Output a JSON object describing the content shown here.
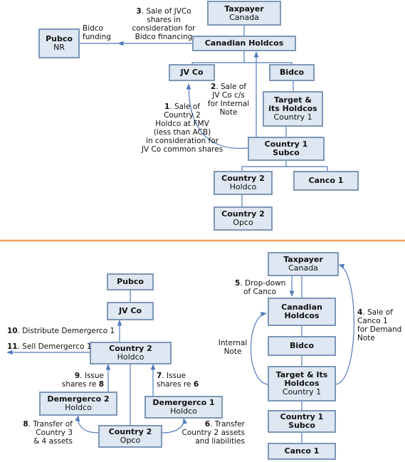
{
  "top": {
    "taxpayer": {
      "title": "Taxpayer",
      "sub": "Canada"
    },
    "canadian_holdcos": {
      "title": "Canadian Holdcos"
    },
    "pubco": {
      "title": "Pubco",
      "sub": "NR"
    },
    "jvco": {
      "title": "JV Co"
    },
    "bidco": {
      "title": "Bidco"
    },
    "target": {
      "title1": "Target &",
      "title2": "its Holdcos",
      "sub": "Country 1"
    },
    "country1_subco": {
      "title1": "Country 1",
      "title2": "Subco"
    },
    "country2_holdco": {
      "title": "Country 2",
      "sub": "Holdco"
    },
    "canco1": {
      "title": "Canco 1"
    },
    "country2_opco": {
      "title": "Country 2",
      "sub": "Opco"
    },
    "bidco_funding": [
      "Bidco",
      "funding"
    ],
    "step3": {
      "num": "3",
      "lines": [
        ". Sale of JVCo",
        "shares in",
        "consideration for",
        "Bidco financing"
      ]
    },
    "step2": {
      "num": "2",
      "lines": [
        ". Sale of",
        "JV Co c/s",
        "for Internal",
        "Note"
      ]
    },
    "step1": {
      "num": "1",
      "lines": [
        ". Sale of",
        "Country 2",
        "Holdco at FMV",
        "(less than ACB)",
        "in consideration for",
        "JV Co common shares"
      ]
    }
  },
  "bottom": {
    "pubco": {
      "title": "Pubco"
    },
    "jvco": {
      "title": "JV Co"
    },
    "country2_holdco": {
      "title": "Country 2",
      "sub": "Holdco"
    },
    "demergerco2": {
      "title": "Demergerco 2",
      "sub": "Holdco"
    },
    "demergerco1": {
      "title": "Demergerco 1",
      "sub": "Holdco"
    },
    "country2_opco": {
      "title": "Country 2",
      "sub": "Opco"
    },
    "taxpayer": {
      "title": "Taxpayer",
      "sub": "Canada"
    },
    "canadian_holdcos": {
      "title1": "Canadian",
      "title2": "Holdcos"
    },
    "bidco": {
      "title": "Bidco"
    },
    "target": {
      "title1": "Target & Its",
      "title2": "Holdcos",
      "sub": "Country 1"
    },
    "country1_subco": {
      "title1": "Country 1",
      "title2": "Subco"
    },
    "canco1": {
      "title": "Canco 1"
    },
    "step10": {
      "num": "10",
      "text": ". Distribute Demergerco 1"
    },
    "step11": {
      "num": "11",
      "text": ". Sell Demergerco 1"
    },
    "step9": {
      "num": "9",
      "line1": ". Issue",
      "line2a": "shares re ",
      "num2": "8"
    },
    "step7": {
      "num": "7",
      "line1": ". Issue",
      "line2a": "shares re ",
      "num2": "6"
    },
    "step8": {
      "num": "8",
      "lines": [
        ". Transfer of",
        "Country 3",
        "& 4 assets"
      ]
    },
    "step6": {
      "num": "6",
      "lines": [
        ". Transfer",
        "Country 2 assets",
        "and liabilities"
      ]
    },
    "step5": {
      "num": "5",
      "lines": [
        ". Drop-down",
        "of Canco"
      ]
    },
    "step4": {
      "num": "4",
      "lines": [
        ". Sale of",
        "Canco 1",
        "for Demand",
        "Note"
      ]
    },
    "internal_note": [
      "Internal",
      "Note"
    ]
  },
  "colors": {
    "box_fill": "#dfe7f2",
    "box_border": "#7d97b8",
    "line": "#4f7bbd",
    "divider": "#f0a060"
  }
}
